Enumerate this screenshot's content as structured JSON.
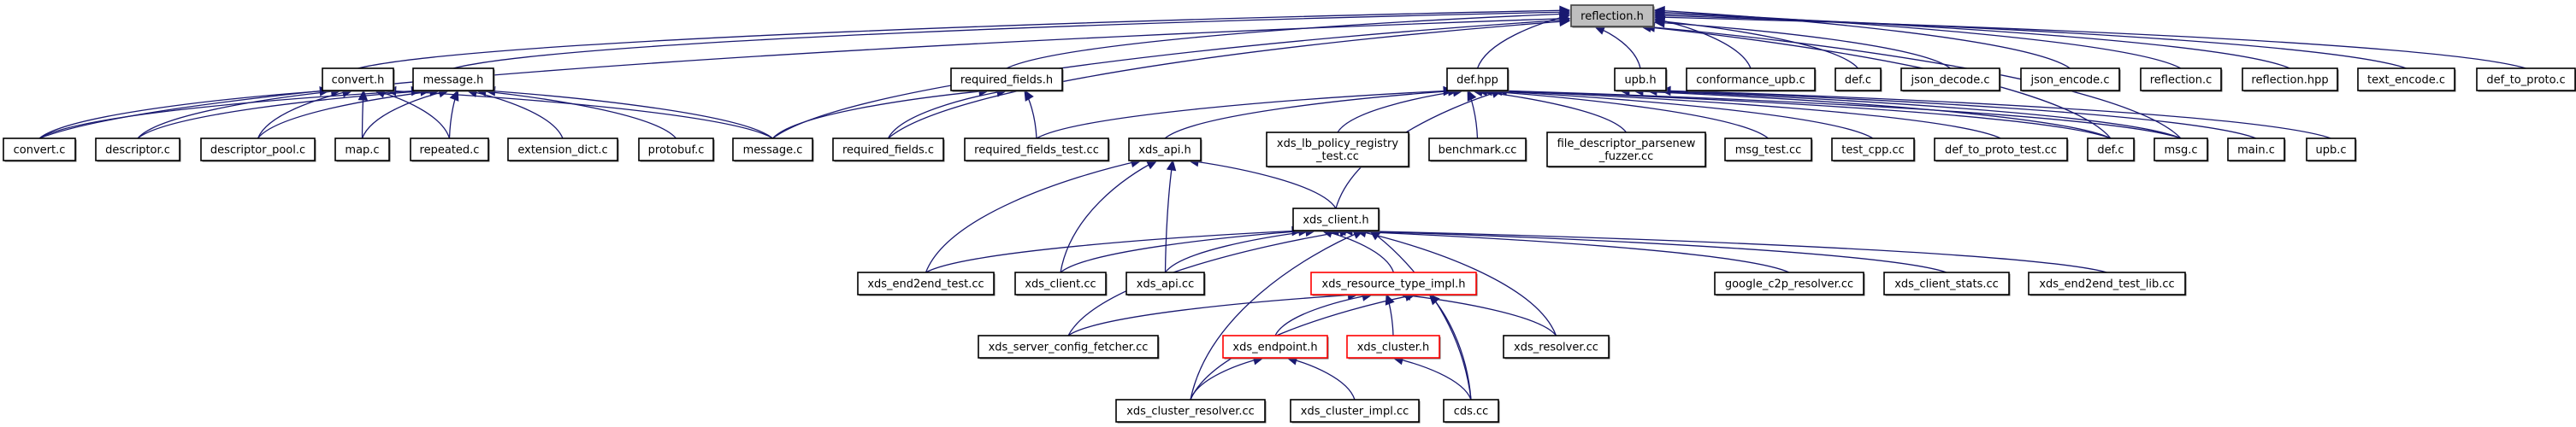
{
  "graph": {
    "title": "reflection.h include dependency graph",
    "colors": {
      "edge": "#191970",
      "root_fill": "#bfbfbf",
      "truncated_border": "#ff0000",
      "node_border": "#000000"
    },
    "nodes": [
      {
        "id": "reflection_h",
        "label": "reflection.h",
        "kind": "root"
      },
      {
        "id": "convert_h",
        "label": "convert.h"
      },
      {
        "id": "message_h",
        "label": "message.h"
      },
      {
        "id": "required_fields_h",
        "label": "required_fields.h"
      },
      {
        "id": "def_hpp",
        "label": "def.hpp"
      },
      {
        "id": "upb_h",
        "label": "upb.h"
      },
      {
        "id": "conformance_upb_c",
        "label": "conformance_upb.c"
      },
      {
        "id": "def_c_top",
        "label": "def.c"
      },
      {
        "id": "json_decode_c",
        "label": "json_decode.c"
      },
      {
        "id": "json_encode_c",
        "label": "json_encode.c"
      },
      {
        "id": "reflection_c",
        "label": "reflection.c"
      },
      {
        "id": "reflection_hpp",
        "label": "reflection.hpp"
      },
      {
        "id": "text_encode_c",
        "label": "text_encode.c"
      },
      {
        "id": "def_to_proto_c",
        "label": "def_to_proto.c"
      },
      {
        "id": "convert_c",
        "label": "convert.c"
      },
      {
        "id": "descriptor_c",
        "label": "descriptor.c"
      },
      {
        "id": "descriptor_pool_c",
        "label": "descriptor_pool.c"
      },
      {
        "id": "map_c",
        "label": "map.c"
      },
      {
        "id": "repeated_c",
        "label": "repeated.c"
      },
      {
        "id": "extension_dict_c",
        "label": "extension_dict.c"
      },
      {
        "id": "protobuf_c",
        "label": "protobuf.c"
      },
      {
        "id": "message_c",
        "label": "message.c"
      },
      {
        "id": "required_fields_c",
        "label": "required_fields.c"
      },
      {
        "id": "required_fields_test_cc",
        "label": "required_fields_test.cc"
      },
      {
        "id": "xds_api_h",
        "label": "xds_api.h"
      },
      {
        "id": "xds_lb_policy_registry_test_cc",
        "label": "xds_lb_policy_registry\n_test.cc"
      },
      {
        "id": "benchmark_cc",
        "label": "benchmark.cc"
      },
      {
        "id": "file_descriptor_parsenew_fuzzer_cc",
        "label": "file_descriptor_parsenew\n_fuzzer.cc"
      },
      {
        "id": "msg_test_cc",
        "label": "msg_test.cc"
      },
      {
        "id": "test_cpp_cc",
        "label": "test_cpp.cc"
      },
      {
        "id": "def_to_proto_test_cc",
        "label": "def_to_proto_test.cc"
      },
      {
        "id": "def_c_low",
        "label": "def.c"
      },
      {
        "id": "msg_c",
        "label": "msg.c"
      },
      {
        "id": "main_c",
        "label": "main.c"
      },
      {
        "id": "upb_c",
        "label": "upb.c"
      },
      {
        "id": "xds_client_h",
        "label": "xds_client.h"
      },
      {
        "id": "xds_end2end_test_cc",
        "label": "xds_end2end_test.cc"
      },
      {
        "id": "xds_client_cc",
        "label": "xds_client.cc"
      },
      {
        "id": "xds_api_cc",
        "label": "xds_api.cc"
      },
      {
        "id": "xds_resource_type_impl_h",
        "label": "xds_resource_type_impl.h",
        "kind": "truncated"
      },
      {
        "id": "google_c2p_resolver_cc",
        "label": "google_c2p_resolver.cc"
      },
      {
        "id": "xds_client_stats_cc",
        "label": "xds_client_stats.cc"
      },
      {
        "id": "xds_end2end_test_lib_cc",
        "label": "xds_end2end_test_lib.cc"
      },
      {
        "id": "xds_server_config_fetcher_cc",
        "label": "xds_server_config_fetcher.cc"
      },
      {
        "id": "xds_endpoint_h",
        "label": "xds_endpoint.h",
        "kind": "truncated"
      },
      {
        "id": "xds_cluster_h",
        "label": "xds_cluster.h",
        "kind": "truncated"
      },
      {
        "id": "xds_resolver_cc",
        "label": "xds_resolver.cc"
      },
      {
        "id": "xds_cluster_resolver_cc",
        "label": "xds_cluster_resolver.cc"
      },
      {
        "id": "xds_cluster_impl_cc",
        "label": "xds_cluster_impl.cc"
      },
      {
        "id": "cds_cc",
        "label": "cds.cc"
      }
    ],
    "edges": [
      [
        "convert_h",
        "reflection_h"
      ],
      [
        "message_h",
        "reflection_h"
      ],
      [
        "required_fields_h",
        "reflection_h"
      ],
      [
        "def_hpp",
        "reflection_h"
      ],
      [
        "upb_h",
        "reflection_h"
      ],
      [
        "conformance_upb_c",
        "reflection_h"
      ],
      [
        "def_c_top",
        "reflection_h"
      ],
      [
        "json_decode_c",
        "reflection_h"
      ],
      [
        "json_encode_c",
        "reflection_h"
      ],
      [
        "reflection_c",
        "reflection_h"
      ],
      [
        "reflection_hpp",
        "reflection_h"
      ],
      [
        "text_encode_c",
        "reflection_h"
      ],
      [
        "def_to_proto_c",
        "reflection_h"
      ],
      [
        "convert_c",
        "reflection_h"
      ],
      [
        "message_c",
        "reflection_h"
      ],
      [
        "required_fields_c",
        "reflection_h"
      ],
      [
        "def_c_low",
        "reflection_h"
      ],
      [
        "msg_c",
        "reflection_h"
      ],
      [
        "convert_c",
        "convert_h"
      ],
      [
        "descriptor_c",
        "convert_h"
      ],
      [
        "descriptor_pool_c",
        "convert_h"
      ],
      [
        "map_c",
        "convert_h"
      ],
      [
        "repeated_c",
        "convert_h"
      ],
      [
        "message_c",
        "convert_h"
      ],
      [
        "convert_c",
        "message_h"
      ],
      [
        "descriptor_c",
        "message_h"
      ],
      [
        "descriptor_pool_c",
        "message_h"
      ],
      [
        "map_c",
        "message_h"
      ],
      [
        "repeated_c",
        "message_h"
      ],
      [
        "extension_dict_c",
        "message_h"
      ],
      [
        "protobuf_c",
        "message_h"
      ],
      [
        "message_c",
        "message_h"
      ],
      [
        "message_c",
        "required_fields_h"
      ],
      [
        "required_fields_c",
        "required_fields_h"
      ],
      [
        "required_fields_test_cc",
        "required_fields_h"
      ],
      [
        "required_fields_test_cc",
        "def_hpp"
      ],
      [
        "xds_api_h",
        "def_hpp"
      ],
      [
        "xds_lb_policy_registry_test_cc",
        "def_hpp"
      ],
      [
        "benchmark_cc",
        "def_hpp"
      ],
      [
        "file_descriptor_parsenew_fuzzer_cc",
        "def_hpp"
      ],
      [
        "msg_test_cc",
        "def_hpp"
      ],
      [
        "test_cpp_cc",
        "def_hpp"
      ],
      [
        "def_to_proto_test_cc",
        "def_hpp"
      ],
      [
        "def_c_low",
        "def_hpp"
      ],
      [
        "msg_c",
        "def_hpp"
      ],
      [
        "xds_client_h",
        "def_hpp"
      ],
      [
        "def_c_low",
        "upb_h"
      ],
      [
        "msg_c",
        "upb_h"
      ],
      [
        "main_c",
        "upb_h"
      ],
      [
        "upb_c",
        "upb_h"
      ],
      [
        "xds_end2end_test_cc",
        "xds_api_h"
      ],
      [
        "xds_client_cc",
        "xds_api_h"
      ],
      [
        "xds_api_cc",
        "xds_api_h"
      ],
      [
        "xds_client_h",
        "xds_api_h"
      ],
      [
        "xds_end2end_test_cc",
        "xds_client_h"
      ],
      [
        "xds_client_cc",
        "xds_client_h"
      ],
      [
        "xds_api_cc",
        "xds_client_h"
      ],
      [
        "xds_resource_type_impl_h",
        "xds_client_h"
      ],
      [
        "google_c2p_resolver_cc",
        "xds_client_h"
      ],
      [
        "xds_client_stats_cc",
        "xds_client_h"
      ],
      [
        "xds_end2end_test_lib_cc",
        "xds_client_h"
      ],
      [
        "xds_server_config_fetcher_cc",
        "xds_client_h"
      ],
      [
        "xds_resolver_cc",
        "xds_client_h"
      ],
      [
        "xds_cluster_resolver_cc",
        "xds_client_h"
      ],
      [
        "cds_cc",
        "xds_client_h"
      ],
      [
        "xds_server_config_fetcher_cc",
        "xds_resource_type_impl_h"
      ],
      [
        "xds_endpoint_h",
        "xds_resource_type_impl_h"
      ],
      [
        "xds_cluster_h",
        "xds_resource_type_impl_h"
      ],
      [
        "xds_resolver_cc",
        "xds_resource_type_impl_h"
      ],
      [
        "xds_cluster_resolver_cc",
        "xds_resource_type_impl_h"
      ],
      [
        "cds_cc",
        "xds_resource_type_impl_h"
      ],
      [
        "xds_cluster_resolver_cc",
        "xds_endpoint_h"
      ],
      [
        "xds_cluster_impl_cc",
        "xds_endpoint_h"
      ],
      [
        "cds_cc",
        "xds_cluster_h"
      ]
    ]
  }
}
